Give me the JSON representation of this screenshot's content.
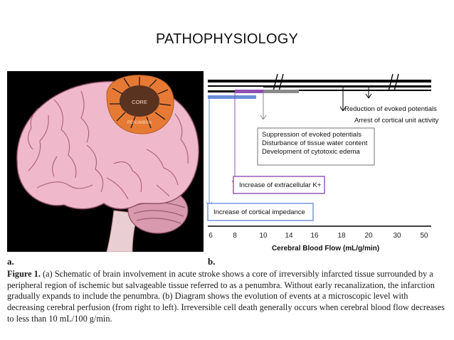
{
  "slide": {
    "title": "PATHOPHYSIOLOGY"
  },
  "panel_a": {
    "label": "a.",
    "core_label": "CORE",
    "penumbra_label": "PENUMBRA"
  },
  "panel_b": {
    "label": "b.",
    "annotations": {
      "reduction": "Reduction of evoked potentials",
      "arrest": "Arrest of cortical unit activity",
      "suppression": [
        "Suppression of evoked potentials",
        "Disturbance of tissue water content",
        "Development of cytotoxic edema"
      ],
      "extracellular_k": "Increase of extracellular K+",
      "impedance": "Increase of cortical impedance"
    },
    "ticks": [
      "6",
      "8",
      "10",
      "14",
      "16",
      "18",
      "20",
      "30",
      "50"
    ],
    "xlabel": "Cerebral Blood Flow (mL/g/min)",
    "colors": {
      "blue": "#6a8fd8",
      "purple": "#8e4fb5",
      "gray": "#8a8a8a",
      "black": "#000000"
    }
  },
  "caption": {
    "figure_label": "Figure 1.",
    "text": "(a) Schematic of brain involvement in acute stroke shows a core of irreversibly infarcted tissue surrounded by a peripheral region of ischemic but salvageable tissue referred to as a penumbra. Without early recanalization, the infarction gradually expands to include the penumbra. (b) Diagram shows the evolution of events at a microscopic level with decreasing cerebral perfusion (from right to left). Irreversible cell death generally occurs when cerebral blood flow decreases to less than 10 mL/100 g/min."
  }
}
